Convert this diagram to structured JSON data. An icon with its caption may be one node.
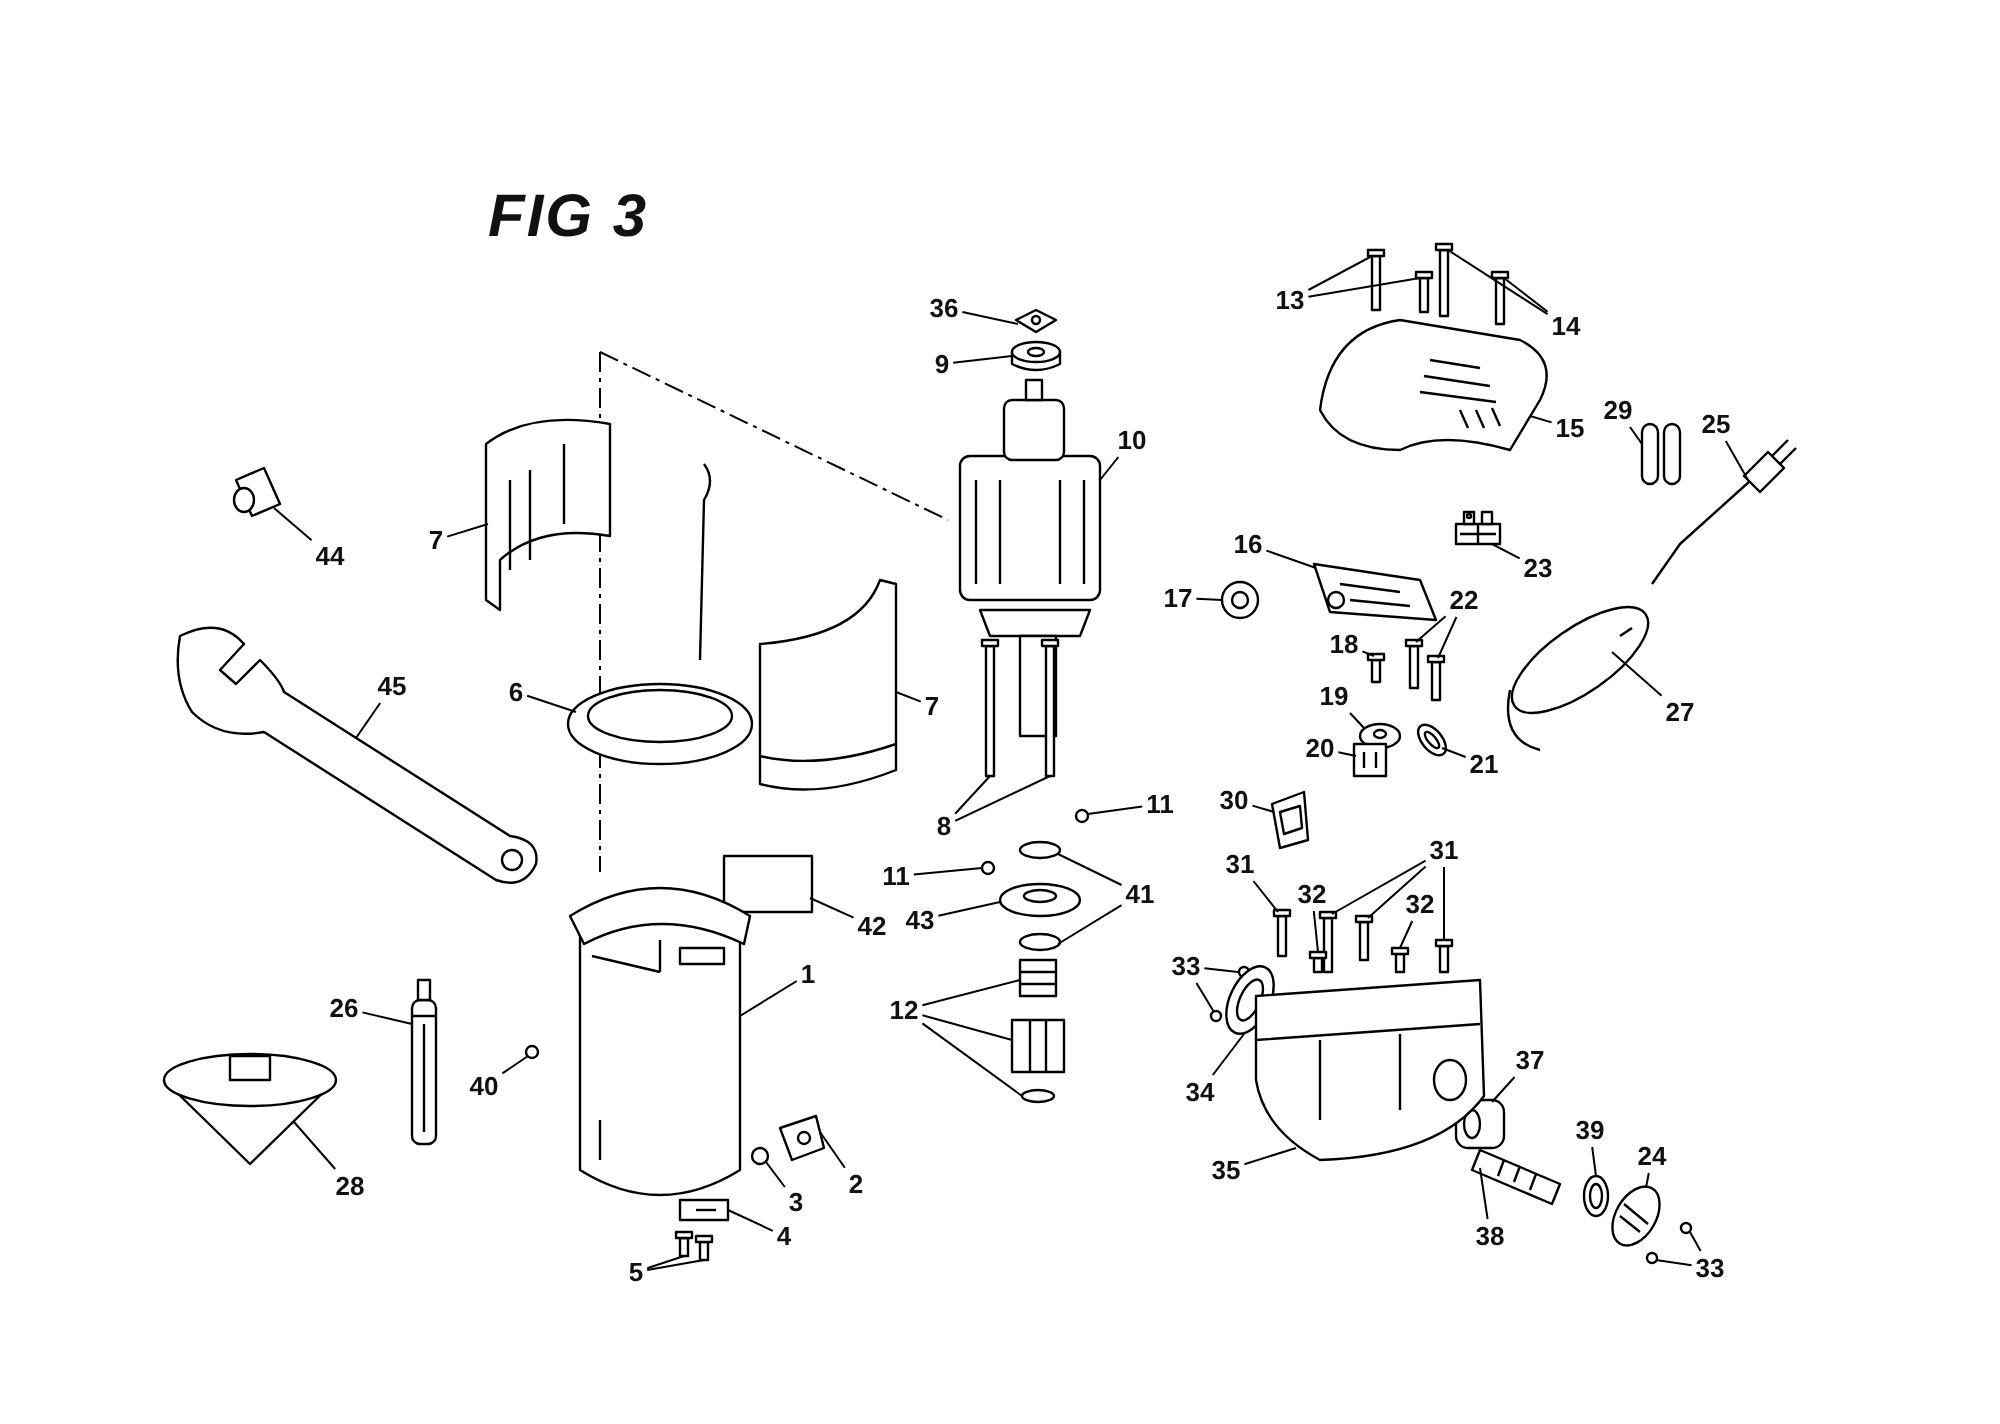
{
  "diagram": {
    "title": "FIG 3",
    "nodes": [
      {
        "text": [
          "36"
        ]
      },
      {
        "text": [
          "13"
        ]
      },
      {
        "text": [
          "14"
        ]
      },
      {
        "text": [
          "9"
        ]
      },
      {
        "text": [
          "29"
        ]
      },
      {
        "text": [
          "15"
        ]
      },
      {
        "text": [
          "25"
        ]
      },
      {
        "text": [
          "10"
        ]
      },
      {
        "text": [
          "7"
        ]
      },
      {
        "text": [
          "44"
        ]
      },
      {
        "text": [
          "16"
        ]
      },
      {
        "text": [
          "23"
        ]
      },
      {
        "text": [
          "17"
        ]
      },
      {
        "text": [
          "22"
        ]
      },
      {
        "text": [
          "18"
        ]
      },
      {
        "text": [
          "6"
        ]
      },
      {
        "text": [
          "19"
        ]
      },
      {
        "text": [
          "27"
        ]
      },
      {
        "text": [
          "7"
        ]
      },
      {
        "text": [
          "45"
        ]
      },
      {
        "text": [
          "20"
        ]
      },
      {
        "text": [
          "21"
        ]
      },
      {
        "text": [
          "30"
        ]
      },
      {
        "text": [
          "11"
        ]
      },
      {
        "text": [
          "8"
        ]
      },
      {
        "text": [
          "31"
        ]
      },
      {
        "text": [
          "31"
        ]
      },
      {
        "text": [
          "11"
        ]
      },
      {
        "text": [
          "41"
        ]
      },
      {
        "text": [
          "32"
        ]
      },
      {
        "text": [
          "32"
        ]
      },
      {
        "text": [
          "43"
        ]
      },
      {
        "text": [
          "42"
        ]
      },
      {
        "text": [
          "33"
        ]
      },
      {
        "text": [
          "1"
        ]
      },
      {
        "text": [
          "12"
        ]
      },
      {
        "text": [
          "26"
        ]
      },
      {
        "text": [
          "37"
        ]
      },
      {
        "text": [
          "40"
        ]
      },
      {
        "text": [
          "34"
        ]
      },
      {
        "text": [
          "39"
        ]
      },
      {
        "text": [
          "3"
        ]
      },
      {
        "text": [
          "24"
        ]
      },
      {
        "text": [
          "35"
        ]
      },
      {
        "text": [
          "2"
        ]
      },
      {
        "text": [
          "28"
        ]
      },
      {
        "text": [
          "38"
        ]
      },
      {
        "text": [
          "4"
        ]
      },
      {
        "text": [
          "33"
        ]
      },
      {
        "text": [
          "5"
        ]
      },
      {
        "text": [],
        "shape": "picture"
      },
      {
        "text": [],
        "shape": "picture"
      },
      {
        "text": [],
        "shape": "picture"
      },
      {
        "text": [],
        "shape": "picture"
      },
      {
        "text": [],
        "shape": "picture"
      },
      {
        "text": [],
        "shape": "picture"
      },
      {
        "text": [],
        "shape": "picture"
      },
      {
        "text": [],
        "shape": "picture"
      },
      {
        "text": [],
        "shape": "picture"
      },
      {
        "text": [],
        "shape": "picture"
      },
      {
        "text": [],
        "shape": "picture"
      },
      {
        "text": [],
        "shape": "picture"
      },
      {
        "text": [],
        "shape": "picture"
      },
      {
        "text": [],
        "shape": "picture"
      },
      {
        "text": [],
        "shape": "picture"
      },
      {
        "text": [],
        "shape": "picture"
      },
      {
        "text": [],
        "shape": "picture"
      },
      {
        "text": [],
        "shape": "picture"
      },
      {
        "text": [],
        "shape": "picture"
      },
      {
        "text": [],
        "shape": "picture"
      },
      {
        "text": [],
        "shape": "picture"
      },
      {
        "text": [],
        "shape": "picture"
      },
      {
        "text": [],
        "shape": "picture"
      },
      {
        "text": [],
        "shape": "picture"
      },
      {
        "text": [],
        "shape": "picture"
      },
      {
        "text": [],
        "shape": "picture"
      },
      {
        "text": [],
        "shape": "circle"
      },
      {
        "text": [],
        "shape": "picture"
      },
      {
        "text": [],
        "shape": "picture"
      },
      {
        "text": [],
        "shape": "picture"
      },
      {
        "text": [],
        "shape": "picture"
      },
      {
        "text": [],
        "shape": "picture"
      },
      {
        "text": [],
        "shape": "picture"
      },
      {
        "text": [],
        "shape": "circle"
      },
      {
        "text": [],
        "shape": "circle"
      },
      {
        "text": [],
        "shape": "circle"
      },
      {
        "text": [],
        "shape": "picture"
      },
      {
        "text": [],
        "shape": "picture"
      },
      {
        "text": [],
        "shape": "picture"
      },
      {
        "text": [],
        "shape": "box"
      },
      {
        "text": [],
        "shape": "circle"
      },
      {
        "text": [],
        "shape": "circle"
      },
      {
        "text": [],
        "shape": "picture"
      },
      {
        "text": [],
        "shape": "picture"
      },
      {
        "text": [],
        "shape": "picture"
      },
      {
        "text": [],
        "shape": "circle"
      },
      {
        "text": [],
        "shape": "picture"
      },
      {
        "text": [],
        "shape": "picture"
      },
      {
        "text": [],
        "shape": "circle"
      },
      {
        "text": [],
        "shape": "picture"
      },
      {
        "text": [],
        "shape": "picture"
      },
      {
        "text": [],
        "shape": "circle"
      },
      {
        "text": [],
        "shape": "picture"
      },
      {
        "text": [],
        "shape": "picture"
      },
      {
        "text": [],
        "shape": "picture"
      },
      {
        "text": [],
        "shape": "picture"
      },
      {
        "text": [],
        "shape": "picture"
      },
      {
        "text": [],
        "shape": "picture"
      },
      {
        "text": [],
        "shape": "circle"
      },
      {
        "text": [],
        "shape": "circle"
      },
      {
        "text": [],
        "shape": "picture"
      },
      {
        "text": [],
        "shape": "picture"
      }
    ],
    "edges": [
      {
        "from": 0,
        "to": 50,
        "arrow": "none"
      },
      {
        "from": 1,
        "to": 51,
        "arrow": "none"
      },
      {
        "from": 1,
        "to": 52,
        "arrow": "none"
      },
      {
        "from": 2,
        "to": 53,
        "arrow": "none"
      },
      {
        "from": 2,
        "to": 54,
        "arrow": "none"
      },
      {
        "from": 3,
        "to": 55,
        "arrow": "none"
      },
      {
        "from": 4,
        "to": 56,
        "arrow": "none"
      },
      {
        "from": 5,
        "to": 57,
        "arrow": "none"
      },
      {
        "from": 6,
        "to": 58,
        "arrow": "none"
      },
      {
        "from": 7,
        "to": 59,
        "arrow": "none"
      },
      {
        "from": 8,
        "to": 60,
        "arrow": "none"
      },
      {
        "from": 9,
        "to": 61,
        "arrow": "none"
      },
      {
        "from": 10,
        "to": 62,
        "arrow": "none"
      },
      {
        "from": 11,
        "to": 63,
        "arrow": "none"
      },
      {
        "from": 12,
        "to": 64,
        "arrow": "none"
      },
      {
        "from": 13,
        "to": 65,
        "arrow": "none"
      },
      {
        "from": 13,
        "to": 66,
        "arrow": "none"
      },
      {
        "from": 14,
        "to": 67,
        "arrow": "none"
      },
      {
        "from": 15,
        "to": 68,
        "arrow": "none"
      },
      {
        "from": 16,
        "to": 69,
        "arrow": "none"
      },
      {
        "from": 17,
        "to": 70,
        "arrow": "none"
      },
      {
        "from": 18,
        "to": 71,
        "arrow": "none"
      },
      {
        "from": 19,
        "to": 72,
        "arrow": "none"
      },
      {
        "from": 20,
        "to": 73,
        "arrow": "none"
      },
      {
        "from": 21,
        "to": 74,
        "arrow": "none"
      },
      {
        "from": 22,
        "to": 75,
        "arrow": "none"
      },
      {
        "from": 23,
        "to": 76,
        "arrow": "none"
      },
      {
        "from": 24,
        "to": 77,
        "arrow": "none"
      },
      {
        "from": 24,
        "to": 78,
        "arrow": "none"
      },
      {
        "from": 25,
        "to": 79,
        "arrow": "none"
      },
      {
        "from": 25,
        "to": 80,
        "arrow": "none"
      },
      {
        "from": 25,
        "to": 81,
        "arrow": "none"
      },
      {
        "from": 26,
        "to": 82,
        "arrow": "none"
      },
      {
        "from": 27,
        "to": 83,
        "arrow": "none"
      },
      {
        "from": 28,
        "to": 84,
        "arrow": "none"
      },
      {
        "from": 28,
        "to": 85,
        "arrow": "none"
      },
      {
        "from": 29,
        "to": 86,
        "arrow": "none"
      },
      {
        "from": 30,
        "to": 87,
        "arrow": "none"
      },
      {
        "from": 31,
        "to": 88,
        "arrow": "none"
      },
      {
        "from": 32,
        "to": 89,
        "arrow": "none"
      },
      {
        "from": 33,
        "to": 90,
        "arrow": "none"
      },
      {
        "from": 33,
        "to": 91,
        "arrow": "none"
      },
      {
        "from": 34,
        "to": 92,
        "arrow": "none"
      },
      {
        "from": 35,
        "to": 93,
        "arrow": "none"
      },
      {
        "from": 35,
        "to": 94,
        "arrow": "none"
      },
      {
        "from": 35,
        "to": 95,
        "arrow": "none"
      },
      {
        "from": 36,
        "to": 96,
        "arrow": "none"
      },
      {
        "from": 37,
        "to": 97,
        "arrow": "none"
      },
      {
        "from": 38,
        "to": 98,
        "arrow": "none"
      },
      {
        "from": 39,
        "to": 99,
        "arrow": "none"
      },
      {
        "from": 40,
        "to": 100,
        "arrow": "none"
      },
      {
        "from": 41,
        "to": 101,
        "arrow": "none"
      },
      {
        "from": 42,
        "to": 102,
        "arrow": "none"
      },
      {
        "from": 43,
        "to": 103,
        "arrow": "none"
      },
      {
        "from": 44,
        "to": 104,
        "arrow": "none"
      },
      {
        "from": 45,
        "to": 105,
        "arrow": "none"
      },
      {
        "from": 46,
        "to": 106,
        "arrow": "none"
      },
      {
        "from": 47,
        "to": 107,
        "arrow": "none"
      },
      {
        "from": 48,
        "to": 108,
        "arrow": "none"
      },
      {
        "from": 48,
        "to": 109,
        "arrow": "none"
      },
      {
        "from": 49,
        "to": 110,
        "arrow": "none"
      },
      {
        "from": 49,
        "to": 111,
        "arrow": "none"
      }
    ]
  }
}
